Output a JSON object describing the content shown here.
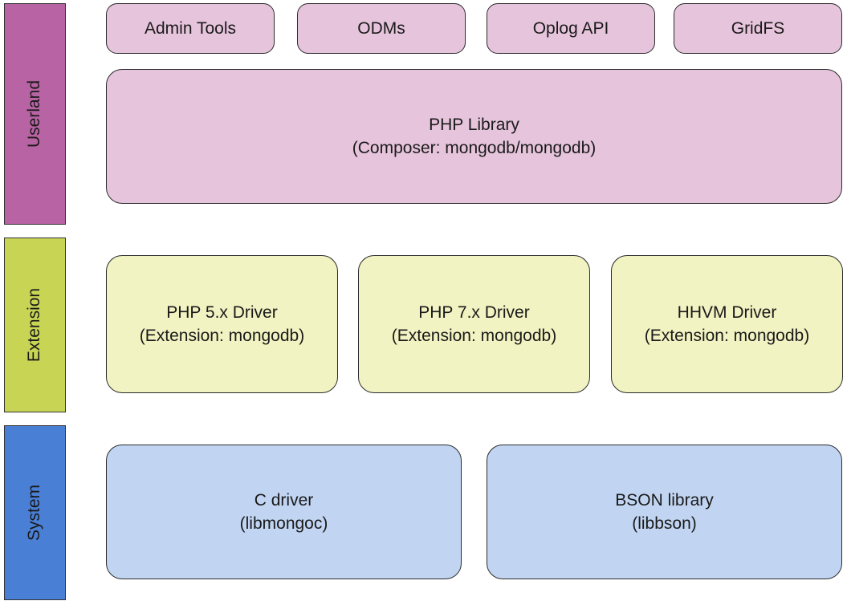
{
  "layers": {
    "userland": {
      "label": "Userland",
      "color": "#b863a3",
      "box_color": "#e6c4dc"
    },
    "extension": {
      "label": "Extension",
      "color": "#c8d454",
      "box_color": "#f2f3c2"
    },
    "system": {
      "label": "System",
      "color": "#4a7fd6",
      "box_color": "#c1d5f2"
    }
  },
  "userland": {
    "top_boxes": [
      "Admin Tools",
      "ODMs",
      "Oplog API",
      "GridFS"
    ],
    "library": {
      "title": "PHP Library",
      "subtitle": "(Composer: mongodb/mongodb)"
    }
  },
  "extension": {
    "drivers": [
      {
        "title": "PHP 5.x Driver",
        "subtitle": "(Extension: mongodb)"
      },
      {
        "title": "PHP 7.x Driver",
        "subtitle": "(Extension: mongodb)"
      },
      {
        "title": "HHVM Driver",
        "subtitle": "(Extension: mongodb)"
      }
    ]
  },
  "system": {
    "components": [
      {
        "title": "C driver",
        "subtitle": "(libmongoc)"
      },
      {
        "title": "BSON library",
        "subtitle": "(libbson)"
      }
    ]
  }
}
